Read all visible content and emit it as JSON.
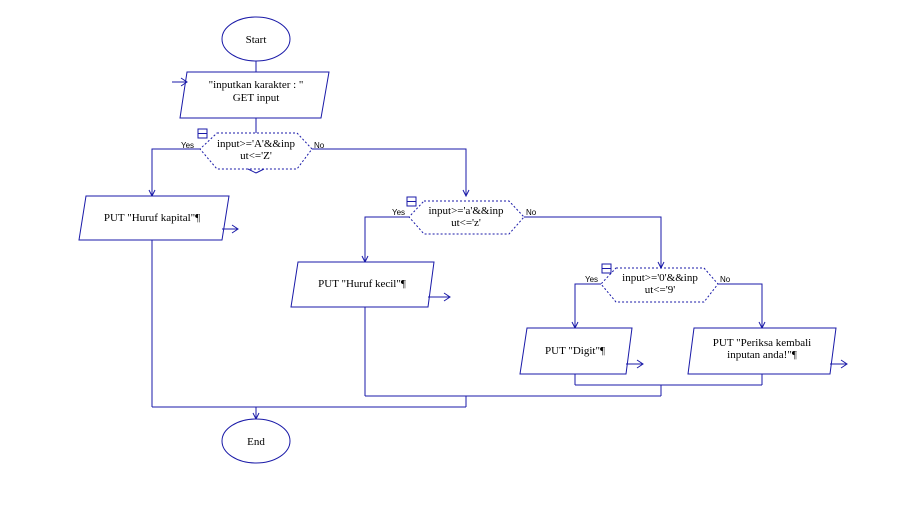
{
  "flowchart": {
    "start": "Start",
    "end": "End",
    "input_box": {
      "line1": "\"inputkan karakter : \"",
      "line2": "GET input"
    },
    "decision1": {
      "line1": "input>='A'&&inp",
      "line2": "ut<='Z'",
      "yes": "Yes",
      "no": "No"
    },
    "decision2": {
      "line1": "input>='a'&&inp",
      "line2": "ut<='z'",
      "yes": "Yes",
      "no": "No"
    },
    "decision3": {
      "line1": "input>='0'&&inp",
      "line2": "ut<='9'",
      "yes": "Yes",
      "no": "No"
    },
    "out1": "PUT \"Huruf kapital\"¶",
    "out2": "PUT \"Huruf kecil\"¶",
    "out3": "PUT \"Digit\"¶",
    "out4": {
      "line1": "PUT \"Periksa kembali",
      "line2": "inputan anda!\"¶"
    }
  },
  "colors": {
    "stroke": "#1a1aa8"
  }
}
